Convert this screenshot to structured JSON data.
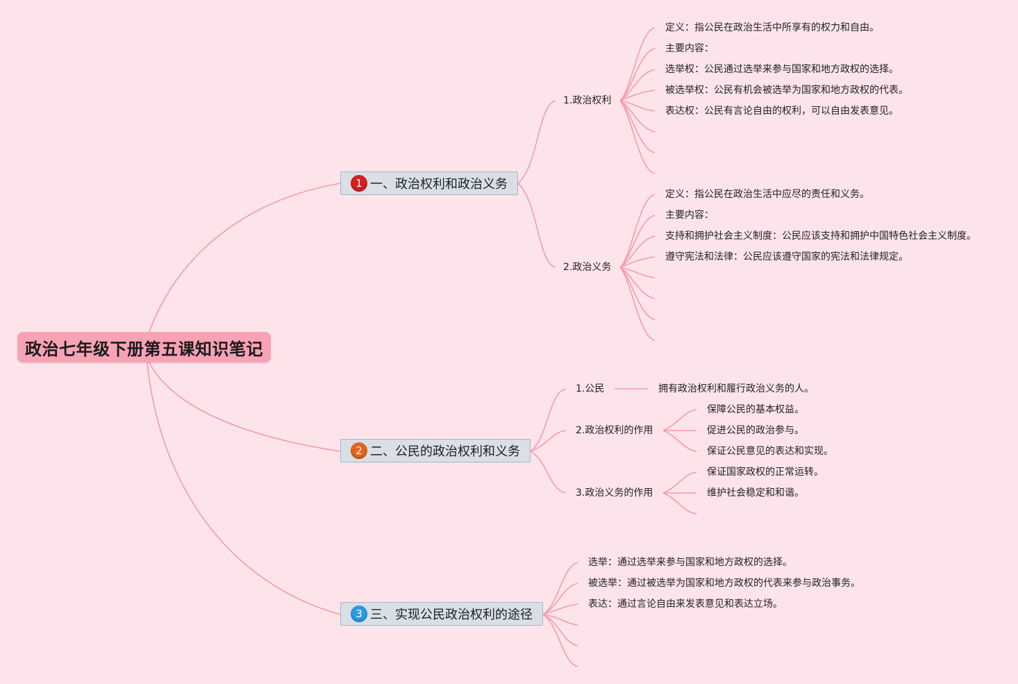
{
  "root": {
    "title": "政治七年级下册第五课知识笔记"
  },
  "branches": [
    {
      "badge": "1",
      "badge_color": "#d61f1f",
      "label": "一、政治权利和政治义务"
    },
    {
      "badge": "2",
      "badge_color": "#e8631a",
      "label": "二、公民的政治权利和义务"
    },
    {
      "badge": "3",
      "badge_color": "#2a9ae3",
      "label": "三、实现公民政治权利的途径"
    }
  ],
  "subtopics": {
    "b1_rights": "1.政治权利",
    "b1_duties": "2.政治义务",
    "b2_citizen": "1.公民",
    "b2_rights_role": "2.政治权利的作用",
    "b2_duties_role": "3.政治义务的作用"
  },
  "details": {
    "rights": [
      "定义：指公民在政治生活中所享有的权力和自由。",
      "主要内容：",
      "选举权：公民通过选举来参与国家和地方政权的选择。",
      "被选举权：公民有机会被选举为国家和地方政权的代表。",
      "表达权：公民有言论自由的权利，可以自由发表意见。"
    ],
    "duties": [
      "定义：指公民在政治生活中应尽的责任和义务。",
      "主要内容：",
      "支持和拥护社会主义制度：公民应该支持和拥护中国特色社会主义制度。",
      "遵守宪法和法律：公民应该遵守国家的宪法和法律规定。"
    ],
    "citizen": "拥有政治权利和履行政治义务的人。",
    "rights_role": [
      "保障公民的基本权益。",
      "促进公民的政治参与。",
      "保证公民意见的表达和实现。"
    ],
    "duties_role": [
      "保证国家政权的正常运转。",
      "维护社会稳定和和谐。"
    ],
    "ways": [
      "选举：通过选举来参与国家和地方政权的选择。",
      "被选举：通过被选举为国家和地方政权的代表来参与政治事务。",
      "表达：通过言论自由来发表意见和表达立场。"
    ]
  },
  "colors": {
    "background": "#fde4ea",
    "link": "#f49ab1",
    "root_fill": "#f8a2b5",
    "branch_fill": "#d8dfe7"
  }
}
